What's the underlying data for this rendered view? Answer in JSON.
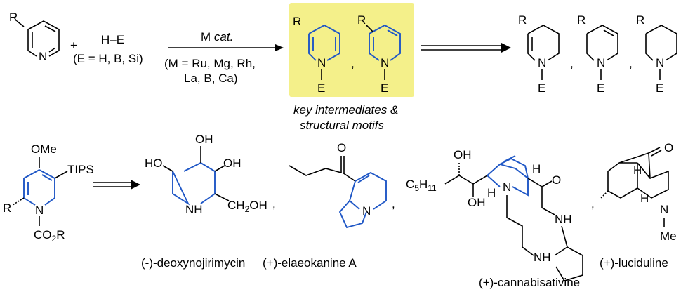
{
  "reaction": {
    "r_label": "R",
    "n_label": "N",
    "plus": "+",
    "reagent": "H–E",
    "e_options": "(E = H, B, Si)",
    "catalyst_prefix": "M ",
    "catalyst_italic": "cat.",
    "metals_line1": "(M = Ru, Mg, Rh,",
    "metals_line2": "La, B, Ca)",
    "highlight_color": "#f4f08a",
    "blue_color": "#1f57c6",
    "caption_line1": "key intermediates &",
    "caption_line2": "structural motifs",
    "comma": ",",
    "e_label": "E"
  },
  "bottom": {
    "precursor": {
      "ome": "OMe",
      "tips": "TIPS",
      "r": "R",
      "co2r": "CO",
      "co2r_sub": "2",
      "co2r_tail": "R",
      "n": "N"
    },
    "labels": {
      "oh": "OH",
      "ho": "HO",
      "nh": "NH",
      "ch2oh": "CH",
      "ch2oh_sub": "2",
      "ch2oh_tail": "OH",
      "o": "O",
      "n": "N",
      "h": "H",
      "c5h11": "C",
      "c5h11_sub": "5",
      "c5h11_tail": "H",
      "c5h11_sub2": "11",
      "me": "Me"
    },
    "names": [
      "(-)-deoxynojirimycin",
      "(+)-elaeokanine A",
      "(+)-cannabisativine",
      "(+)-luciduline"
    ]
  }
}
